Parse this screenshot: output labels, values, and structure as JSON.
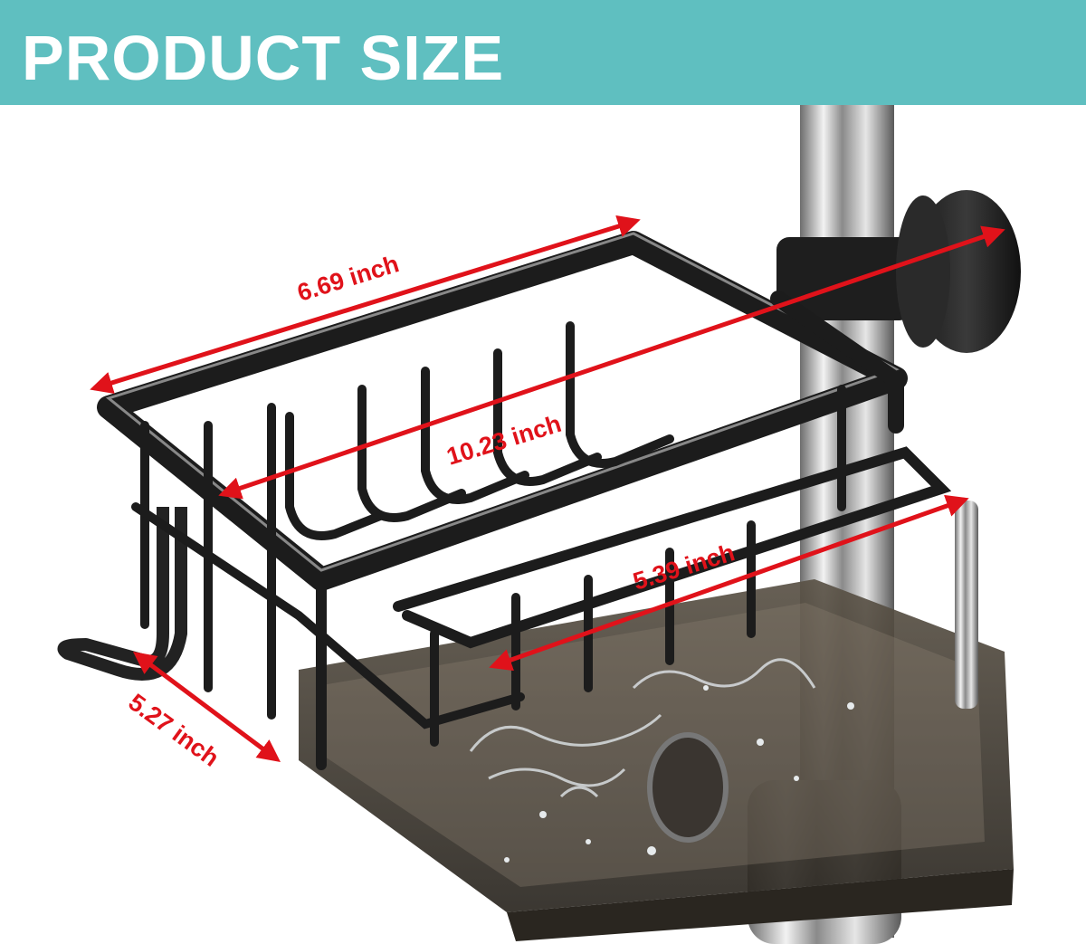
{
  "header": {
    "title": "PRODUCT SIZE",
    "background_color": "#5fbfc0",
    "text_color": "#ffffff"
  },
  "product": {
    "description": "Black metal sink caddy basket with smoked tray clamped to a chrome faucet pole"
  },
  "dimensions": {
    "color": "#e0121a",
    "width_label": "6.69 inch",
    "length_label": "10.23 inch",
    "tray_label": "5.39 inch",
    "depth_label": "5.27 inch"
  }
}
